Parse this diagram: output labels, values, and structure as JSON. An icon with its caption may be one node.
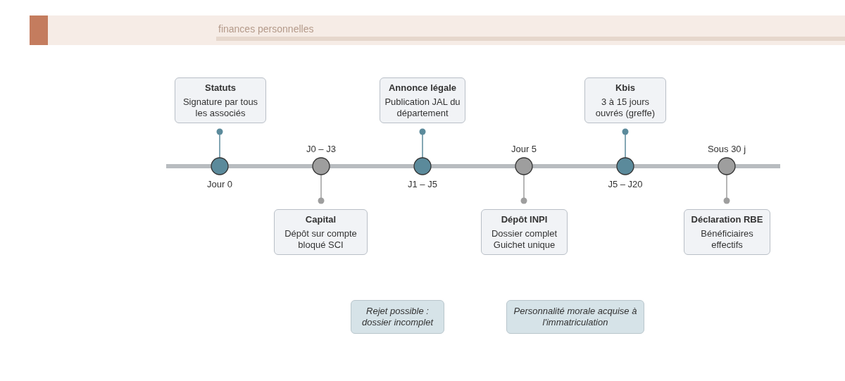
{
  "diagram": {
    "nodes": [
      {
        "text": [
          "Statuts",
          "Signature par tous les associés"
        ]
      },
      {
        "text": [
          "Annonce légale",
          "Publication JAL du département"
        ]
      },
      {
        "text": [
          "Kbis",
          "3 à 15 jours ouvrés (greffe)"
        ]
      },
      {
        "text": [],
        "shape": "circle",
        "beside": [
          "Jour 0"
        ]
      },
      {
        "text": [],
        "shape": "circle",
        "beside": [
          "J0 – J3"
        ]
      },
      {
        "text": [],
        "shape": "circle",
        "beside": [
          "J1 – J5"
        ]
      },
      {
        "text": [],
        "shape": "circle",
        "beside": [
          "Jour 5"
        ]
      },
      {
        "text": [],
        "shape": "circle",
        "beside": [
          "J5 – J20"
        ]
      },
      {
        "text": [],
        "shape": "circle",
        "beside": [
          "Sous 30 j"
        ]
      },
      {
        "text": [
          "Capital",
          "Dépôt sur compte bloqué SCI"
        ]
      },
      {
        "text": [
          "Dépôt INPI",
          "Dossier complet Guichet unique"
        ]
      },
      {
        "text": [
          "Déclaration RBE",
          "Bénéficiaires effectifs"
        ]
      },
      {
        "text": [
          "Rejet possible : dossier incomplet"
        ]
      },
      {
        "text": [
          "Personnalité morale acquise à l'immatriculation"
        ]
      }
    ],
    "edges": [
      {
        "from": 3,
        "to": 4,
        "arrow": "none",
        "style": "thick"
      },
      {
        "from": 4,
        "to": 5,
        "arrow": "none",
        "style": "thick"
      },
      {
        "from": 5,
        "to": 6,
        "arrow": "none",
        "style": "thick"
      },
      {
        "from": 6,
        "to": 7,
        "arrow": "none",
        "style": "thick"
      },
      {
        "from": 7,
        "to": 8,
        "arrow": "none",
        "style": "thick"
      },
      {
        "from": 3,
        "to": 0,
        "arrow": "other",
        "color": "#5b8a9b"
      },
      {
        "from": 4,
        "to": 9,
        "arrow": "other"
      },
      {
        "from": 5,
        "to": 1,
        "arrow": "other",
        "color": "#5b8a9b"
      },
      {
        "from": 6,
        "to": 10,
        "arrow": "other"
      },
      {
        "from": 7,
        "to": 2,
        "arrow": "other",
        "color": "#5b8a9b"
      },
      {
        "from": 8,
        "to": 11,
        "arrow": "other"
      }
    ],
    "labels": [
      "finances personnelles"
    ]
  }
}
